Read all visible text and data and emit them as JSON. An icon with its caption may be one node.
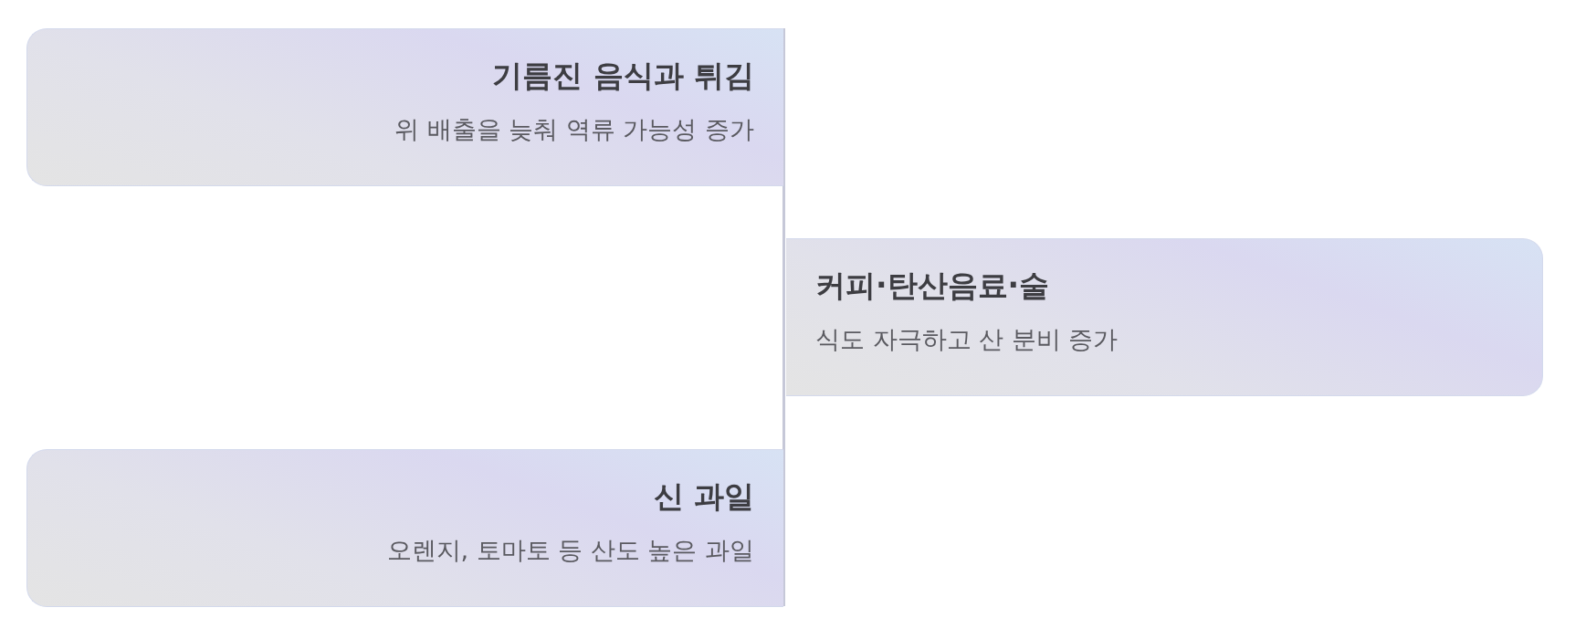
{
  "diagram": {
    "nodes": [
      {
        "text": [
          "기름진 음식과 튀김",
          "위 배출을 늦춰 역류 가능성 증가"
        ]
      },
      {
        "text": [
          "커피·탄산음료·술",
          "식도 자극하고 산 분비 증가"
        ]
      },
      {
        "text": [
          "신 과일",
          "오렌지, 토마토 등 산도 높은 과일"
        ]
      }
    ]
  }
}
